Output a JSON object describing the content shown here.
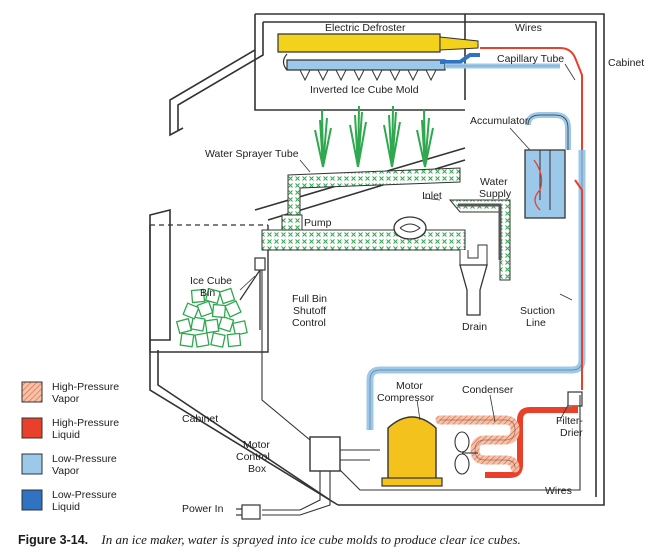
{
  "labels": {
    "electric_defroster": "Electric Defroster",
    "wires_top": "Wires",
    "cabinet_right": "Cabinet",
    "capillary_tube": "Capillary Tube",
    "inverted_mold": "Inverted Ice Cube Mold",
    "accumulator": "Accumulator",
    "water_sprayer_tube": "Water Sprayer Tube",
    "water_supply_1": "Water",
    "water_supply_2": "Supply",
    "inlet": "Inlet",
    "pump": "Pump",
    "ice_bin_1": "Ice Cube",
    "ice_bin_2": "Bin",
    "full_bin_1": "Full Bin",
    "full_bin_2": "Shutoff",
    "full_bin_3": "Control",
    "drain": "Drain",
    "suction_line_1": "Suction",
    "suction_line_2": "Line",
    "motor_comp_1": "Motor",
    "motor_comp_2": "Compressor",
    "condenser": "Condenser",
    "filter_drier_1": "Filter-",
    "filter_drier_2": "Drier",
    "cabinet_left": "Cabinet",
    "motor_control_1": "Motor",
    "motor_control_2": "Control",
    "motor_control_3": "Box",
    "wires_bottom": "Wires",
    "power_in": "Power In"
  },
  "legend": [
    {
      "line1": "High-Pressure",
      "line2": "Vapor",
      "color": "#f2a98a",
      "hatch": true
    },
    {
      "line1": "High-Pressure",
      "line2": "Liquid",
      "color": "#e8402a",
      "hatch": false
    },
    {
      "line1": "Low-Pressure",
      "line2": "Vapor",
      "color": "#9cc9ea",
      "hatch": false
    },
    {
      "line1": "Low-Pressure",
      "line2": "Liquid",
      "color": "#2f73c2",
      "hatch": false
    }
  ],
  "caption": {
    "figure": "Figure 3-14.",
    "text": "In an ice maker, water is sprayed into ice cube molds to produce clear ice cubes."
  },
  "colors": {
    "low_vapor": "#9cc9ea",
    "low_liquid": "#2f73c2",
    "high_liquid": "#e8402a",
    "high_vapor": "#f2a98a",
    "water": "#2fa84f",
    "defroster": "#f3d21c",
    "compressor": "#f3c21c"
  }
}
